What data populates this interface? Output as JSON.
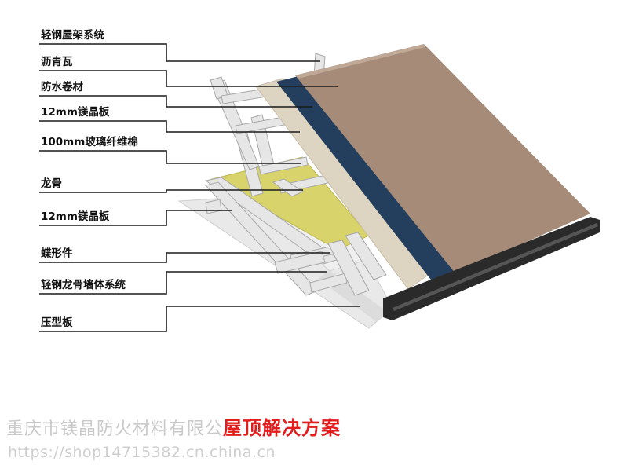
{
  "layers": [
    "轻钢屋架系统",
    "沥青瓦",
    "防水卷材",
    "12mm镁晶板",
    "100mm玻璃纤维棉",
    "龙骨",
    "12mm镁晶板",
    "蝶形件",
    "轻钢龙骨墙体系统",
    "压型板"
  ],
  "footer": {
    "company": "重庆市镁晶防火材料有限公",
    "title": "屋顶解决方案",
    "url": "https://shop14715382.cn.china.cn"
  },
  "colors": {
    "asphalt_shingle": "#a58b78",
    "waterproof_membrane": "#243f5e",
    "mgo_board": "#ddd4c1",
    "glass_wool": "#d8d36a",
    "steel_frame": "#e6e6e6",
    "gutter": "#2a2a2a",
    "title_red": "#e11d1d"
  }
}
